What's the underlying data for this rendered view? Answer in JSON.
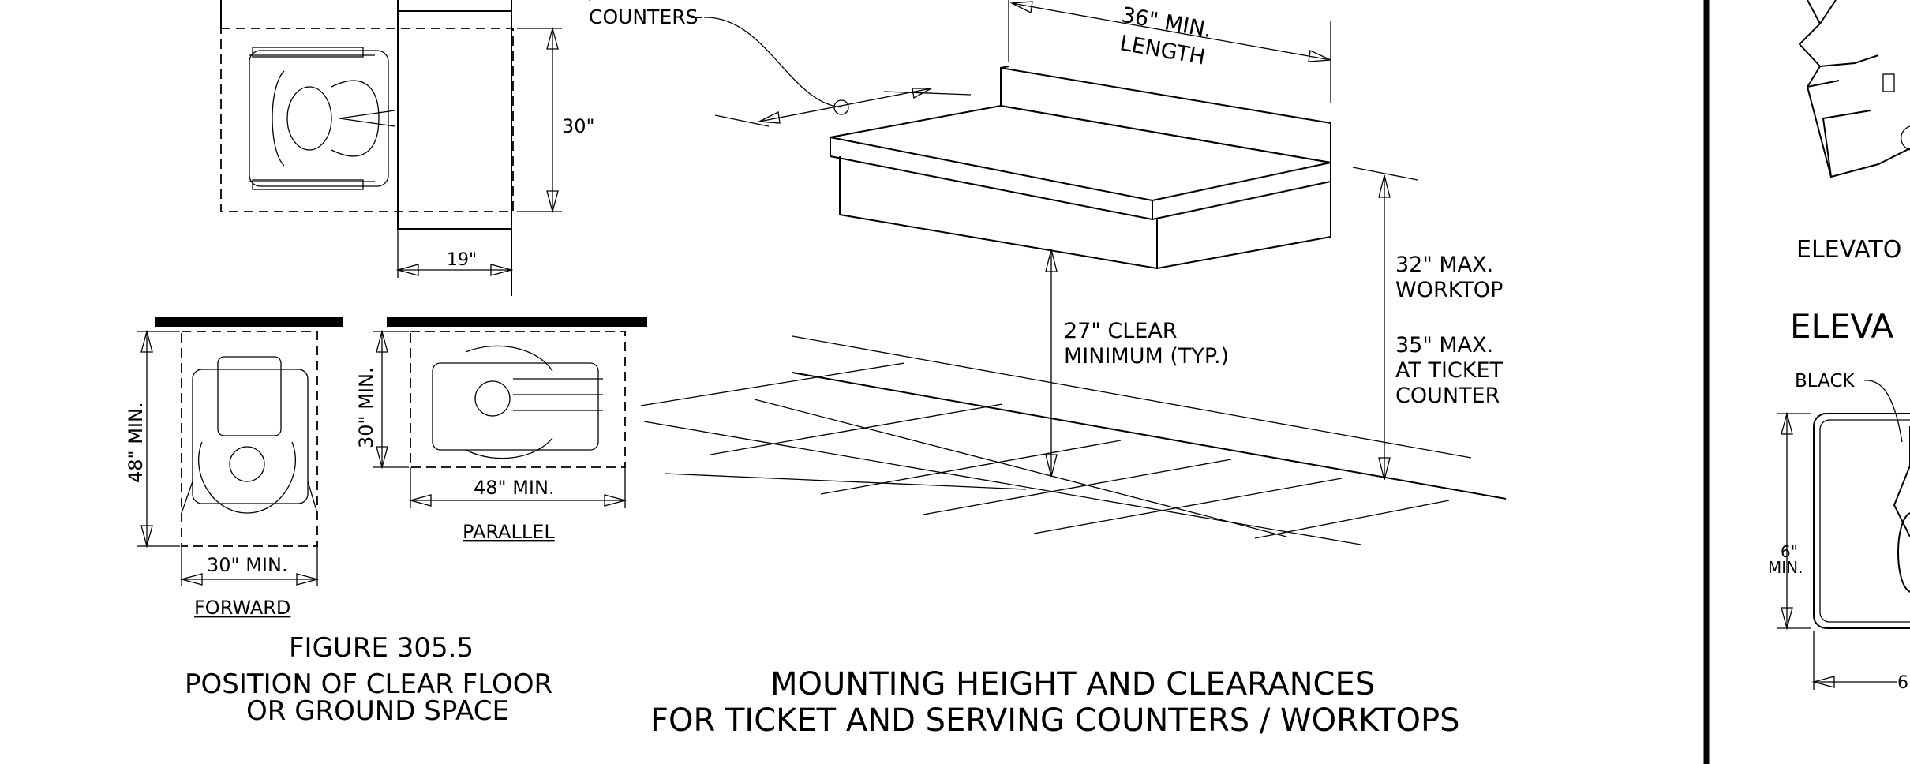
{
  "sheet": {
    "line_color": "#000000",
    "background": "#ffffff"
  },
  "clear_floor_space": {
    "note_leader": "COUNTERS",
    "dim_30": "30\"",
    "dim_19": "19\"",
    "forward": {
      "depth_label": "48\" MIN.",
      "width_label": "30\" MIN.",
      "caption": "FORWARD"
    },
    "parallel": {
      "depth_label": "30\" MIN.",
      "width_label": "48\" MIN.",
      "caption": "PARALLEL"
    },
    "figure_number": "FIGURE 305.5",
    "figure_title_line1": "POSITION OF CLEAR FLOOR",
    "figure_title_line2": "OR GROUND SPACE"
  },
  "counter_detail": {
    "length_dim_line1": "36\" MIN.",
    "length_dim_line2": "LENGTH",
    "knee_clear_line1": "27\" CLEAR",
    "knee_clear_line2": "MINIMUM (TYP.)",
    "worktop_line1": "32\" MAX.",
    "worktop_line2": "WORKTOP",
    "ticket_line1": "35\" MAX.",
    "ticket_line2": "AT TICKET",
    "ticket_line3": "COUNTER",
    "title_line1": "MOUNTING HEIGHT AND CLEARANCES",
    "title_line2": "FOR TICKET AND SERVING COUNTERS / WORKTOPS"
  },
  "elevator_panel": {
    "label_elevator": "ELEVATO",
    "heading": "ELEVA",
    "black_label": "BLACK",
    "min_label_line1": "6\"",
    "min_label_line2": "MIN.",
    "bottom_dim": "6"
  }
}
